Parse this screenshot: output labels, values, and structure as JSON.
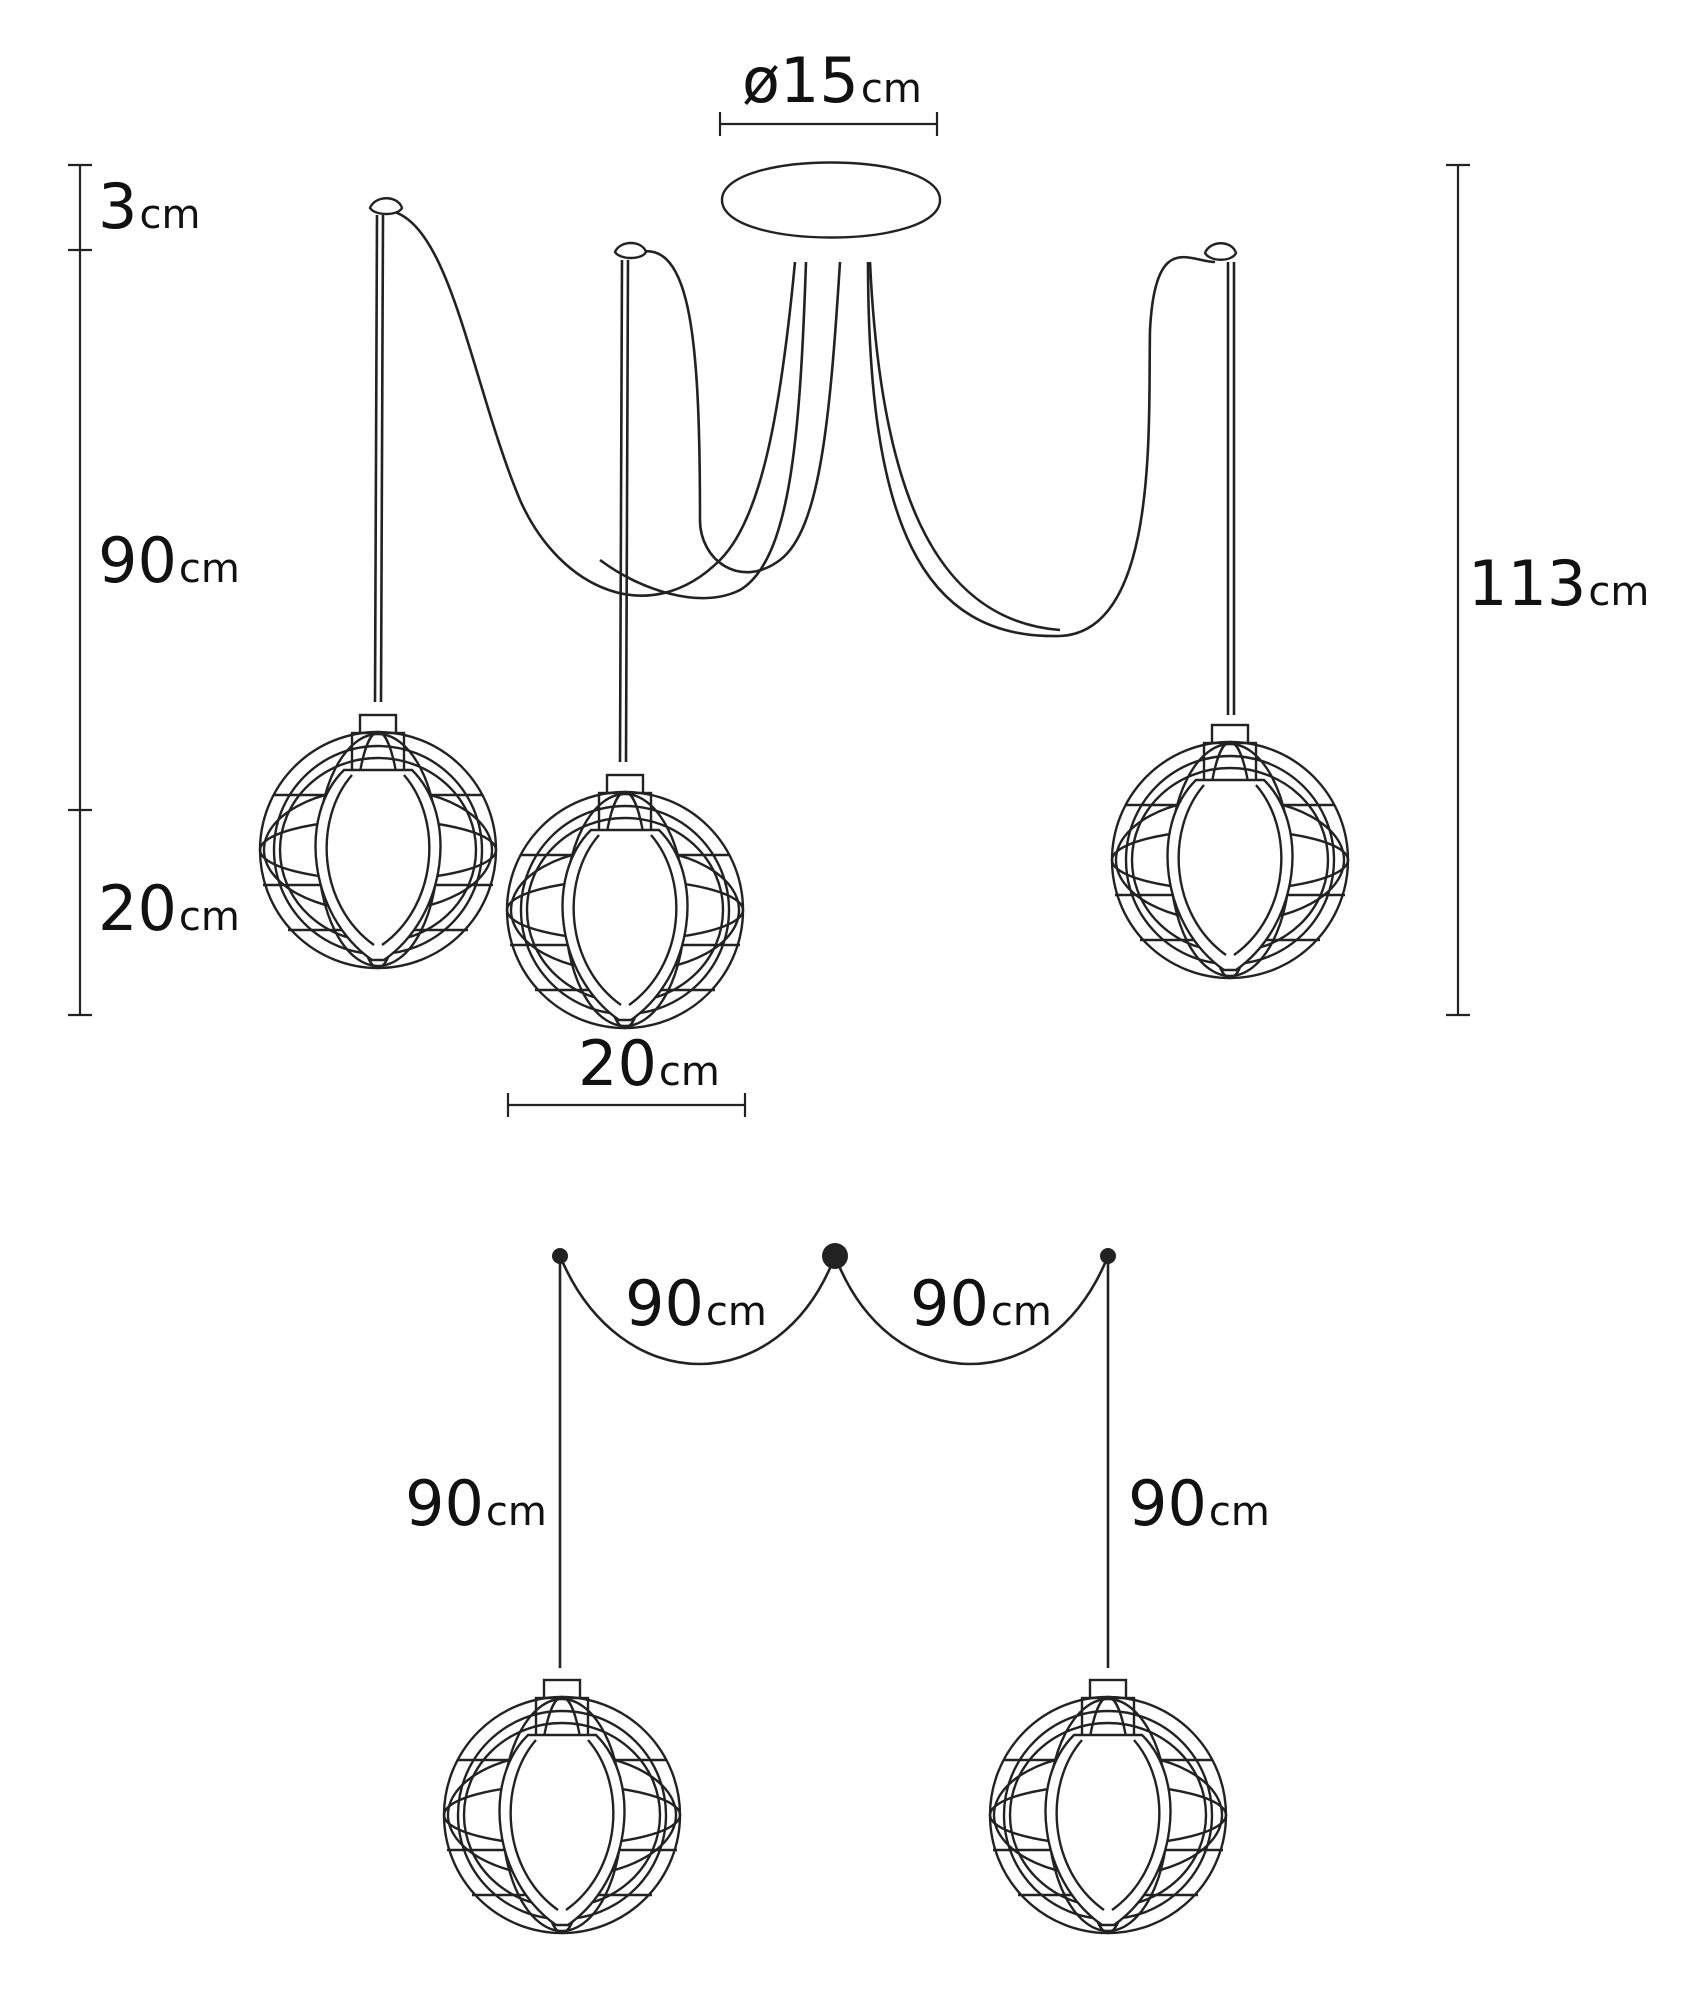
{
  "labels": {
    "canopy_diameter": {
      "num": "ø15",
      "unit": "cm"
    },
    "canopy_height": {
      "num": "3",
      "unit": "cm"
    },
    "cable_length": {
      "num": "90",
      "unit": "cm"
    },
    "shade_height": {
      "num": "20",
      "unit": "cm"
    },
    "total_height": {
      "num": "113",
      "unit": "cm"
    },
    "shade_width": {
      "num": "20",
      "unit": "cm"
    },
    "span_left": {
      "num": "90",
      "unit": "cm"
    },
    "span_right": {
      "num": "90",
      "unit": "cm"
    },
    "drop_left": {
      "num": "90",
      "unit": "cm"
    },
    "drop_right": {
      "num": "90",
      "unit": "cm"
    }
  },
  "colors": {
    "line": "#222222",
    "background": "#ffffff"
  }
}
